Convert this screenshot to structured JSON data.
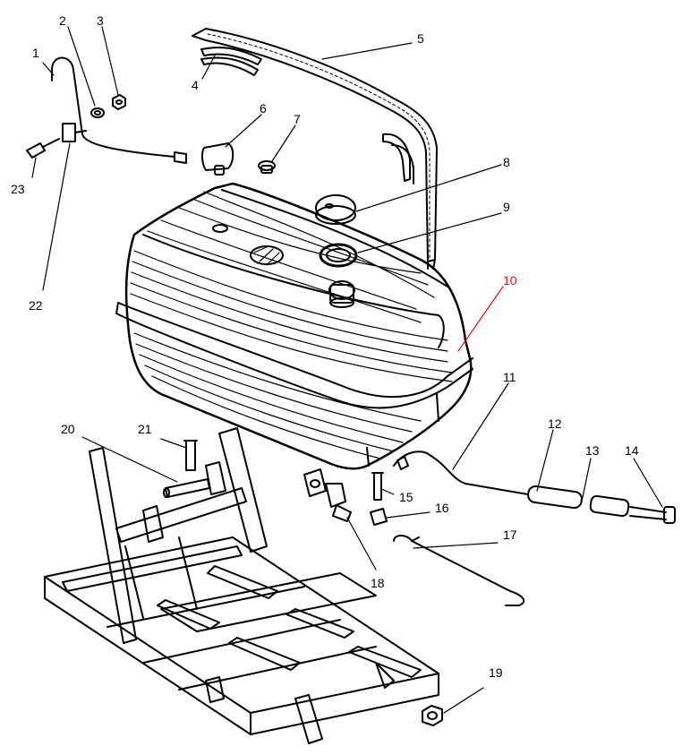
{
  "highlight_color": "#ff0000",
  "line_color": "#000000",
  "callouts": [
    {
      "id": "1",
      "label": "1"
    },
    {
      "id": "2",
      "label": "2"
    },
    {
      "id": "3",
      "label": "3"
    },
    {
      "id": "4",
      "label": "4"
    },
    {
      "id": "5",
      "label": "5"
    },
    {
      "id": "6",
      "label": "6"
    },
    {
      "id": "7",
      "label": "7"
    },
    {
      "id": "8",
      "label": "8"
    },
    {
      "id": "9",
      "label": "9"
    },
    {
      "id": "10",
      "label": "10",
      "highlighted": true
    },
    {
      "id": "11",
      "label": "11"
    },
    {
      "id": "12",
      "label": "12"
    },
    {
      "id": "13",
      "label": "13"
    },
    {
      "id": "14",
      "label": "14"
    },
    {
      "id": "15",
      "label": "15"
    },
    {
      "id": "16",
      "label": "16"
    },
    {
      "id": "17",
      "label": "17"
    },
    {
      "id": "18",
      "label": "18"
    },
    {
      "id": "19",
      "label": "19"
    },
    {
      "id": "20",
      "label": "20"
    },
    {
      "id": "21",
      "label": "21"
    },
    {
      "id": "22",
      "label": "22"
    },
    {
      "id": "23",
      "label": "23"
    }
  ]
}
